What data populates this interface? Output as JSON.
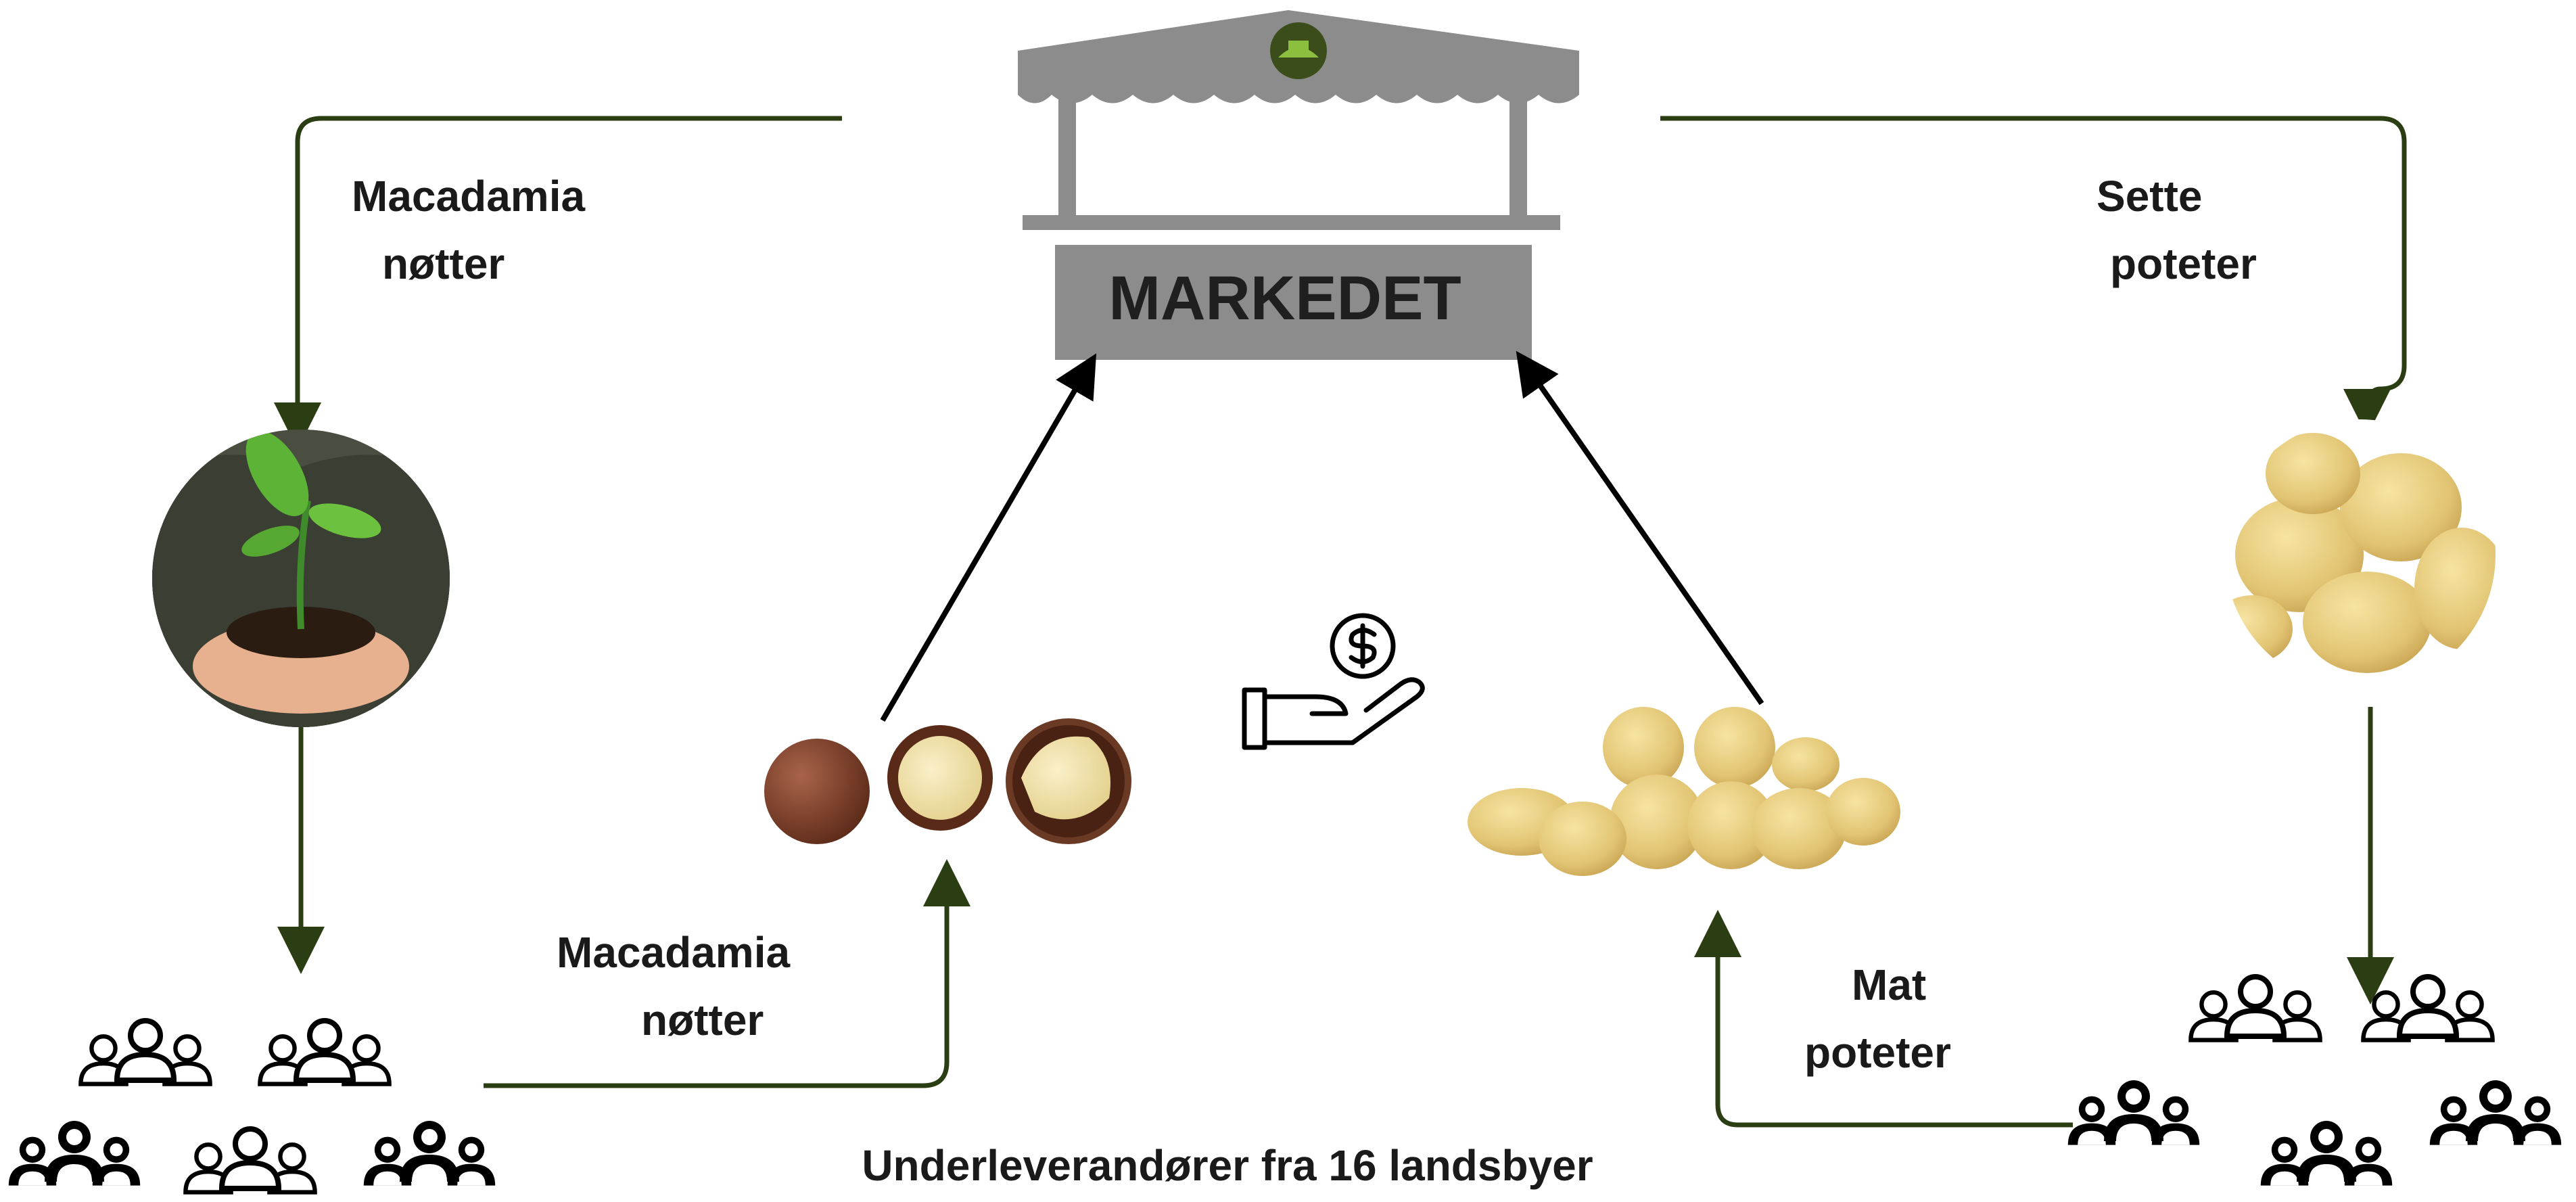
{
  "market": {
    "title": "MARKEDET"
  },
  "labels": {
    "macadamia_top_line1": "Macadamia",
    "macadamia_top_line2": "nøtter",
    "sette_line1": "Sette",
    "sette_line2": "poteter",
    "macadamia_bottom_line1": "Macadamia",
    "macadamia_bottom_line2": "nøtter",
    "mat_line1": "Mat",
    "mat_line2": "poteter"
  },
  "caption": "Underleverandører fra 16 landsbyer",
  "colors": {
    "flow_green": "#2b3d12",
    "market_grey": "#8c8c8c",
    "sale_arrow": "#000000"
  },
  "icons": [
    "seedling-hands-image",
    "macadamia-nuts-image",
    "money-hand-icon",
    "potatoes-image",
    "seed-potatoes-image",
    "people-group-icon",
    "market-stall-icon"
  ]
}
